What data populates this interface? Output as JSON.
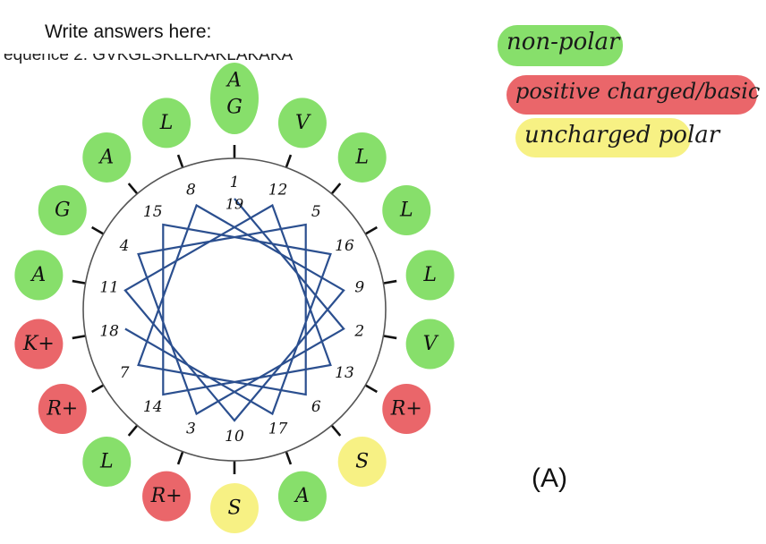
{
  "header": {
    "prompt": "Write answers here:",
    "partial_line": "equence 2:  GVKGLSKLLKAKLAKAKA"
  },
  "legend": [
    {
      "label": "non-polar",
      "color": "#7ddc5e"
    },
    {
      "label": "positive charged/basic",
      "color": "#e8595d"
    },
    {
      "label": "uncharged polar",
      "color": "#f6f07a"
    }
  ],
  "panel_label": "(A)",
  "wheel": {
    "order": [
      1,
      12,
      5,
      16,
      9,
      2,
      13,
      6,
      17,
      10,
      3,
      14,
      7,
      18,
      11,
      4,
      15,
      8
    ],
    "inner_numbers": [
      19
    ],
    "residues": [
      {
        "position": 1,
        "letters": [
          "A",
          "G"
        ],
        "class": "non-polar"
      },
      {
        "position": 12,
        "letters": [
          "V"
        ],
        "class": "non-polar"
      },
      {
        "position": 5,
        "letters": [
          "L"
        ],
        "class": "non-polar"
      },
      {
        "position": 16,
        "letters": [
          "L"
        ],
        "class": "non-polar"
      },
      {
        "position": 9,
        "letters": [
          "L"
        ],
        "class": "non-polar"
      },
      {
        "position": 2,
        "letters": [
          "V"
        ],
        "class": "non-polar"
      },
      {
        "position": 13,
        "letters": [
          "R+"
        ],
        "class": "positive charged/basic"
      },
      {
        "position": 6,
        "letters": [
          "S"
        ],
        "class": "uncharged polar"
      },
      {
        "position": 17,
        "letters": [
          "A"
        ],
        "class": "non-polar"
      },
      {
        "position": 10,
        "letters": [
          "S"
        ],
        "class": "uncharged polar"
      },
      {
        "position": 3,
        "letters": [
          "R+"
        ],
        "class": "positive charged/basic"
      },
      {
        "position": 14,
        "letters": [
          "L"
        ],
        "class": "non-polar"
      },
      {
        "position": 7,
        "letters": [
          "R+"
        ],
        "class": "positive charged/basic"
      },
      {
        "position": 18,
        "letters": [
          "K+"
        ],
        "class": "positive charged/basic"
      },
      {
        "position": 11,
        "letters": [
          "A"
        ],
        "class": "non-polar"
      },
      {
        "position": 4,
        "letters": [
          "G"
        ],
        "class": "non-polar"
      },
      {
        "position": 15,
        "letters": [
          "A"
        ],
        "class": "non-polar"
      },
      {
        "position": 8,
        "letters": [
          "L"
        ],
        "class": "non-polar"
      }
    ]
  }
}
